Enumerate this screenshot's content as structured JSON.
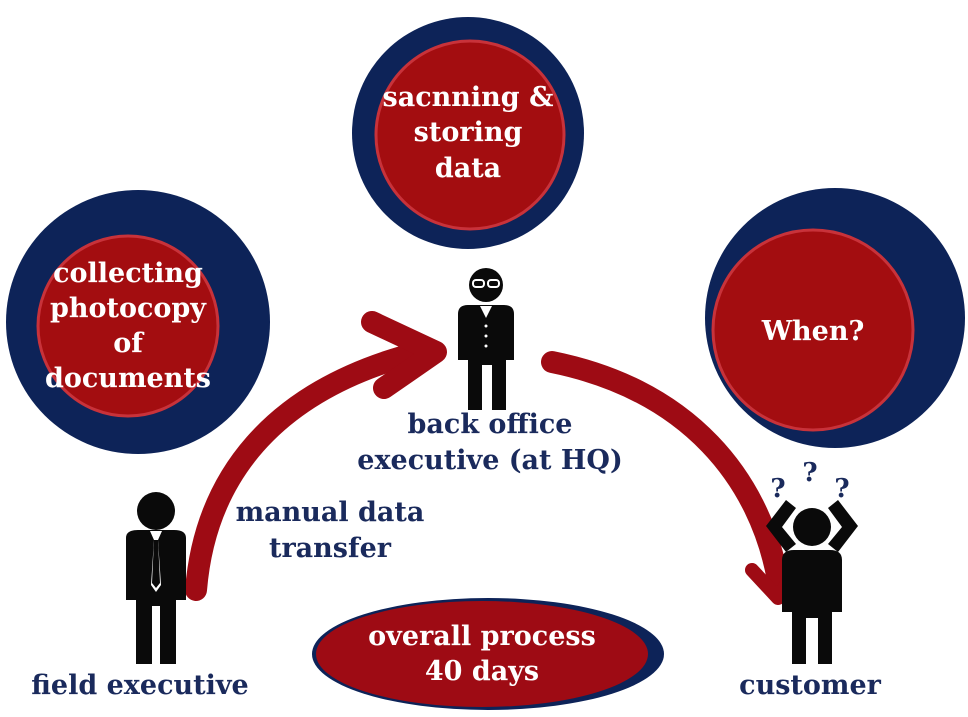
{
  "colors": {
    "navy": "#0d2358",
    "red": "#a30d10",
    "dark_red": "#9e0b14",
    "figure": "#0a0a0a",
    "text_navy": "#1a2a5c"
  },
  "circles": {
    "left": {
      "text": "collecting photocopy of documents"
    },
    "top": {
      "text": "sacnning & storing data"
    },
    "right": {
      "text": "When?"
    }
  },
  "labels": {
    "field_executive": "field executive",
    "back_office": "back office executive (at HQ)",
    "customer": "customer",
    "transfer": "manual data transfer",
    "question_marks": [
      "?",
      "?",
      "?"
    ]
  },
  "process_badge": {
    "text": "overall process 40 days"
  }
}
